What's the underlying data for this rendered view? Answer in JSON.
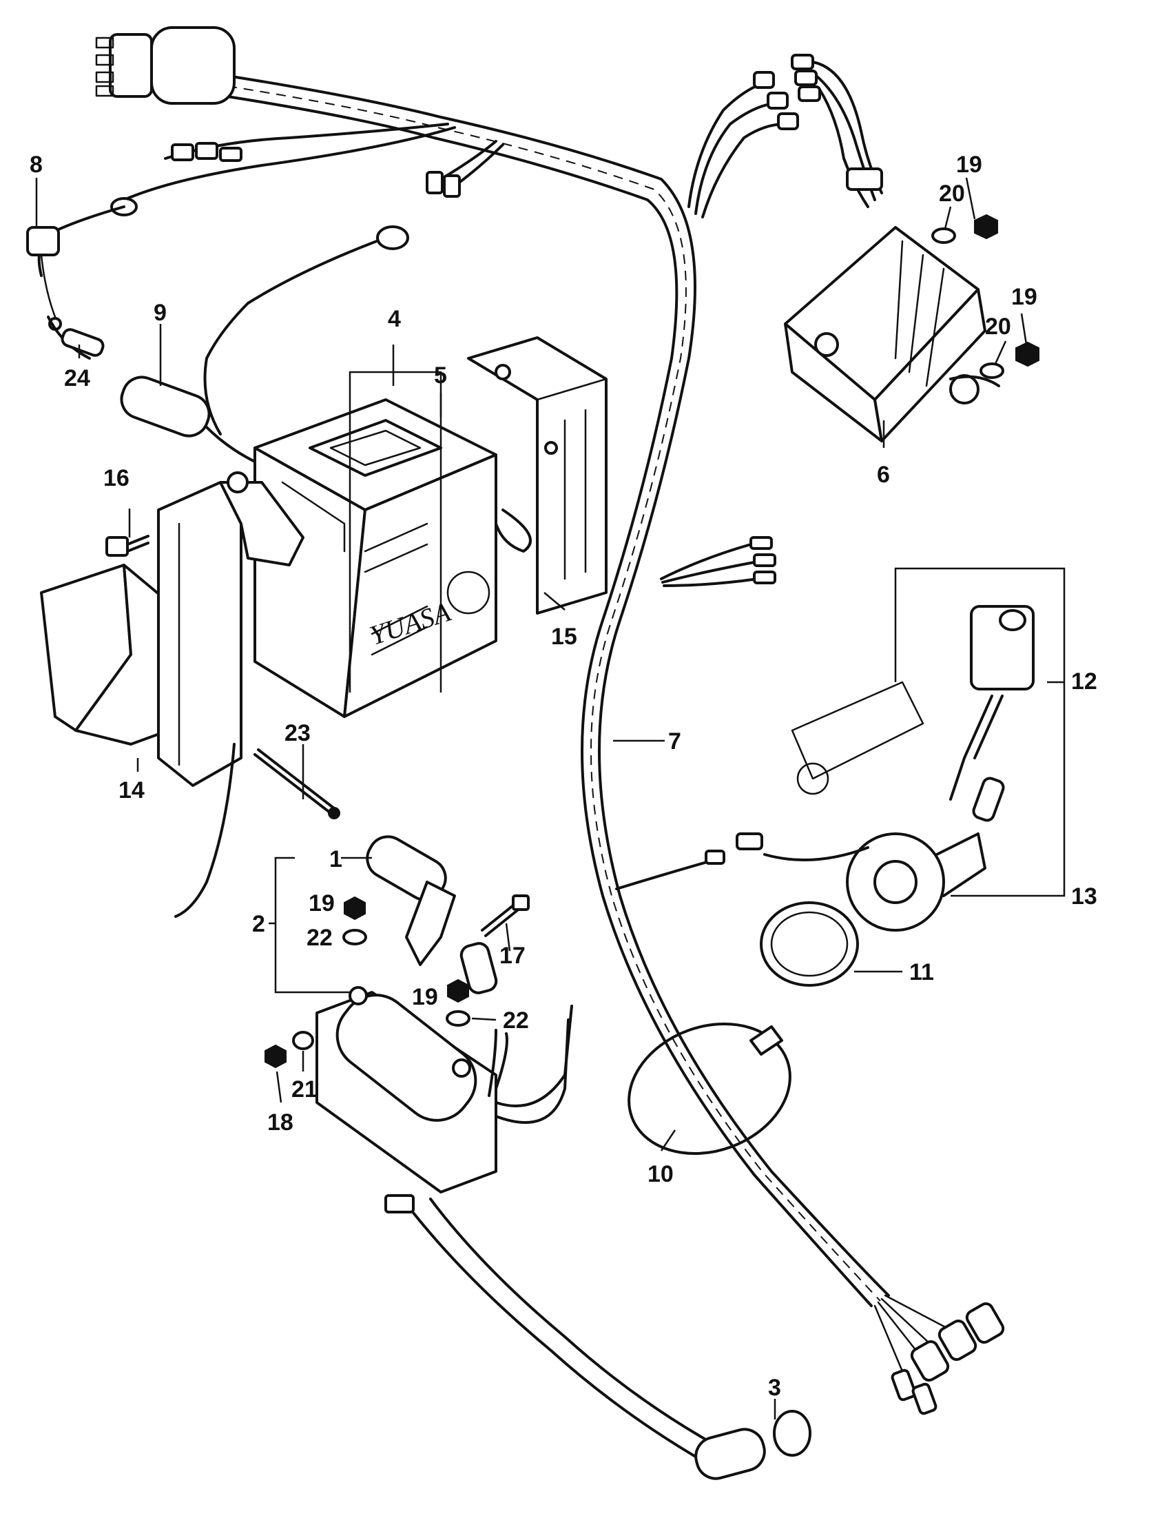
{
  "diagram": {
    "brand_mark": "YUASA",
    "callouts": [
      "1",
      "2",
      "3",
      "4",
      "5",
      "6",
      "7",
      "8",
      "9",
      "10",
      "11",
      "12",
      "13",
      "14",
      "15",
      "16",
      "17",
      "18",
      "19",
      "19",
      "19",
      "19",
      "20",
      "20",
      "21",
      "22",
      "22",
      "23",
      "24"
    ]
  }
}
